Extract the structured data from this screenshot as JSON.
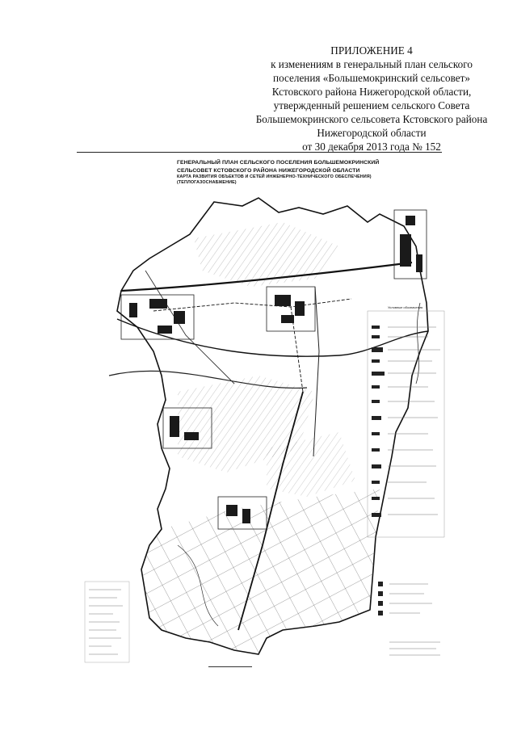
{
  "header": {
    "lines": [
      "ПРИЛОЖЕНИЕ 4",
      "к изменениям в генеральный план сельского",
      "поселения «Большемокринский сельсовет»",
      "Кстовского района Нижегородской области,",
      "утвержденный решением сельского Совета",
      "Большемокринского сельсовета Кстовского района",
      "Нижегородской области",
      "от 30 декабря 2013 года № 152"
    ]
  },
  "map": {
    "title_line1": "ГЕНЕРАЛЬНЫЙ ПЛАН СЕЛЬСКОГО ПОСЕЛЕНИЯ БОЛЬШЕМОКРИНСКИЙ",
    "title_line2": "СЕЛЬСОВЕТ КСТОВСКОГО РАЙОНА НИЖЕГОРОДСКОЙ ОБЛАСТИ",
    "subtitle_line1": "КАРТА РАЗВИТИЯ ОБЪЕКТОВ И СЕТЕЙ ИНЖЕНЕРНО-ТЕХНИЧЕСКОГО ОБЕСПЕЧЕНИЯ)",
    "subtitle_line2": "(ТЕПЛОГАЗОСНАБЖЕНИЕ)",
    "legend_title": "Условные обозначения"
  }
}
